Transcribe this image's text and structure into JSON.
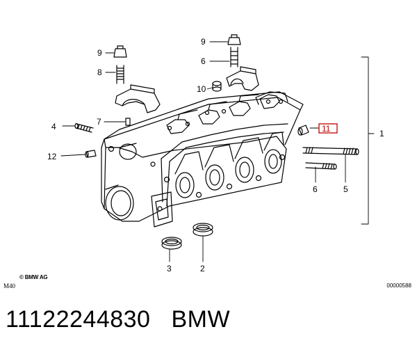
{
  "diagram": {
    "callouts": [
      {
        "id": "c9a",
        "text": "9"
      },
      {
        "id": "c8",
        "text": "8"
      },
      {
        "id": "c9b",
        "text": "9"
      },
      {
        "id": "c6a",
        "text": "6"
      },
      {
        "id": "c10",
        "text": "10"
      },
      {
        "id": "c7",
        "text": "7"
      },
      {
        "id": "c4",
        "text": "4"
      },
      {
        "id": "c12",
        "text": "12"
      },
      {
        "id": "c11",
        "text": "11"
      },
      {
        "id": "c1",
        "text": "1"
      },
      {
        "id": "c6b",
        "text": "6"
      },
      {
        "id": "c5",
        "text": "5"
      },
      {
        "id": "c3",
        "text": "3"
      },
      {
        "id": "c2",
        "text": "2"
      }
    ],
    "highlight_color": "#c00000",
    "copyright": "© BMW AG",
    "model": "M40",
    "reference": "00000588"
  },
  "caption": {
    "part_number": "11122244830",
    "brand": "BMW"
  }
}
